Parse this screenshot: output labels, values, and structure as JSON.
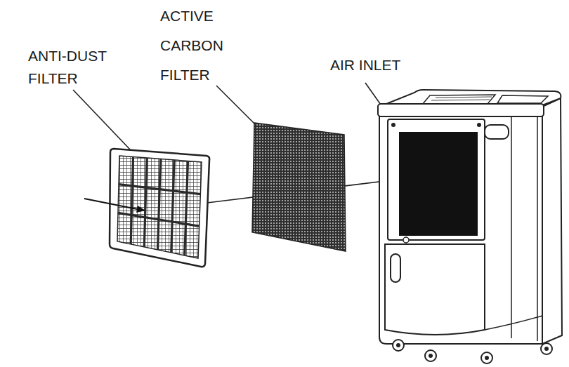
{
  "diagram": {
    "labels": [
      "ANTI-DUST FILTER",
      "ACTIVE CARBON FILTER",
      "AIR INLET"
    ]
  }
}
